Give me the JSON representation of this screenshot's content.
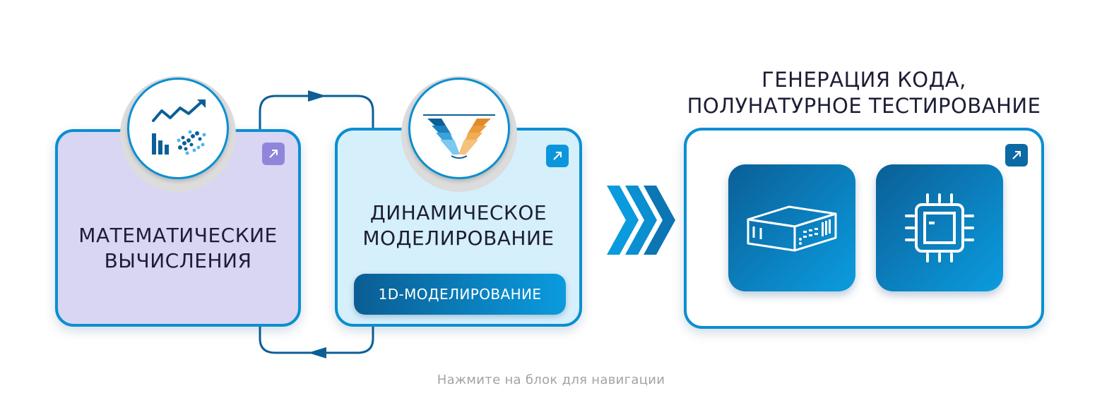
{
  "blocks": {
    "math": {
      "title_line1": "МАТЕМАТИЧЕСКИЕ",
      "title_line2": "ВЫЧИСЛЕНИЯ",
      "icon": "chart-scatter-icon",
      "link_icon": "arrow-up-right-icon"
    },
    "dyn": {
      "title_line1": "ДИНАМИЧЕСКОЕ",
      "title_line2": "МОДЕЛИРОВАНИЕ",
      "sub_button": "1D-МОДЕЛИРОВАНИЕ",
      "icon": "v-model-logo-icon",
      "link_icon": "arrow-up-right-icon"
    },
    "gen": {
      "title_line1": "ГЕНЕРАЦИЯ КОДА,",
      "title_line2": "ПОЛУНАТУРНОЕ ТЕСТИРОВАНИЕ",
      "tiles": [
        "hil-device-icon",
        "microchip-icon"
      ],
      "link_icon": "arrow-up-right-icon"
    }
  },
  "hint": "Нажмите на блок для навигации",
  "colors": {
    "accent": "#0a8fd1",
    "dark_blue": "#0b5f96",
    "math_bg": "#d8d6f3",
    "dyn_bg": "#d5effb",
    "math_link": "#8f86dc",
    "hint": "#a3a3a3"
  }
}
